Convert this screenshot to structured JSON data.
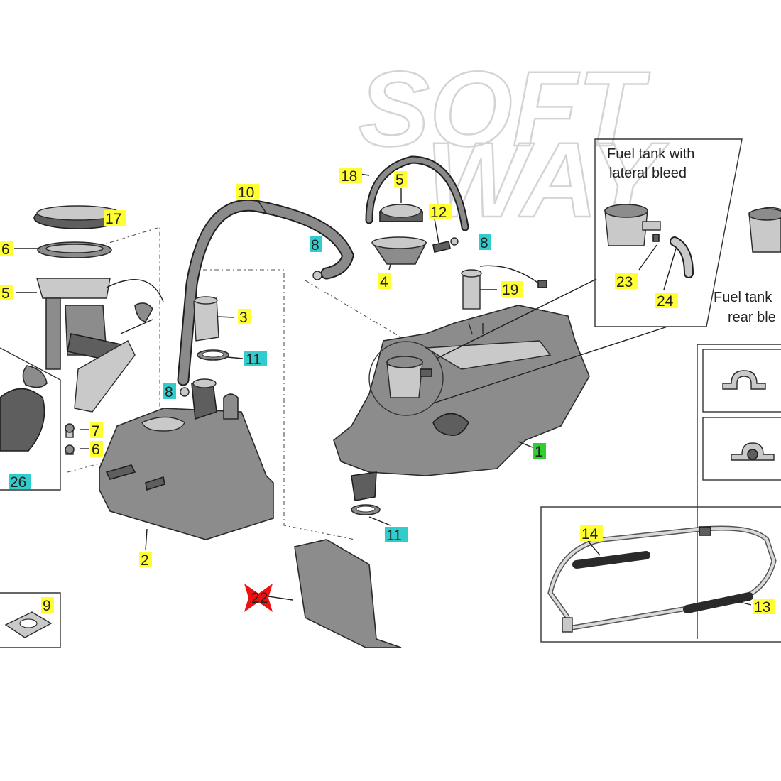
{
  "watermark": [
    "SOFT",
    "WAY"
  ],
  "inset_titles": {
    "lateral": [
      "Fuel tank with",
      "lateral bleed"
    ],
    "rear": [
      "Fuel tank",
      "rear ble"
    ]
  },
  "colors": {
    "label_yellow": "#ffff33",
    "label_cyan": "#33cccc",
    "label_green": "#33cc33",
    "marker_red": "#ee1111"
  },
  "labels": [
    {
      "id": "1",
      "text": "1",
      "style": "green"
    },
    {
      "id": "2",
      "text": "2",
      "style": "yellow"
    },
    {
      "id": "3",
      "text": "3",
      "style": "yellow"
    },
    {
      "id": "4",
      "text": "4",
      "style": "yellow"
    },
    {
      "id": "5-cap",
      "text": "5",
      "style": "yellow"
    },
    {
      "id": "5-pump",
      "text": "5",
      "style": "yellow"
    },
    {
      "id": "6-ring",
      "text": "6",
      "style": "yellow"
    },
    {
      "id": "6-nut",
      "text": "6",
      "style": "yellow"
    },
    {
      "id": "7",
      "text": "7",
      "style": "yellow"
    },
    {
      "id": "8-left",
      "text": "8",
      "style": "cyan"
    },
    {
      "id": "8-mid",
      "text": "8",
      "style": "cyan"
    },
    {
      "id": "8-right",
      "text": "8",
      "style": "cyan"
    },
    {
      "id": "9",
      "text": "9",
      "style": "yellow"
    },
    {
      "id": "10",
      "text": "10",
      "style": "yellow"
    },
    {
      "id": "11-top",
      "text": "11",
      "style": "cyan"
    },
    {
      "id": "11-bottom",
      "text": "11",
      "style": "cyan"
    },
    {
      "id": "12",
      "text": "12",
      "style": "yellow"
    },
    {
      "id": "13",
      "text": "13",
      "style": "yellow"
    },
    {
      "id": "14",
      "text": "14",
      "style": "yellow"
    },
    {
      "id": "17",
      "text": "17",
      "style": "yellow"
    },
    {
      "id": "18",
      "text": "18",
      "style": "yellow"
    },
    {
      "id": "19",
      "text": "19",
      "style": "yellow"
    },
    {
      "id": "22",
      "text": "22",
      "style": "red-marker"
    },
    {
      "id": "23",
      "text": "23",
      "style": "yellow"
    },
    {
      "id": "24",
      "text": "24",
      "style": "yellow"
    },
    {
      "id": "26",
      "text": "26",
      "style": "cyan"
    }
  ]
}
